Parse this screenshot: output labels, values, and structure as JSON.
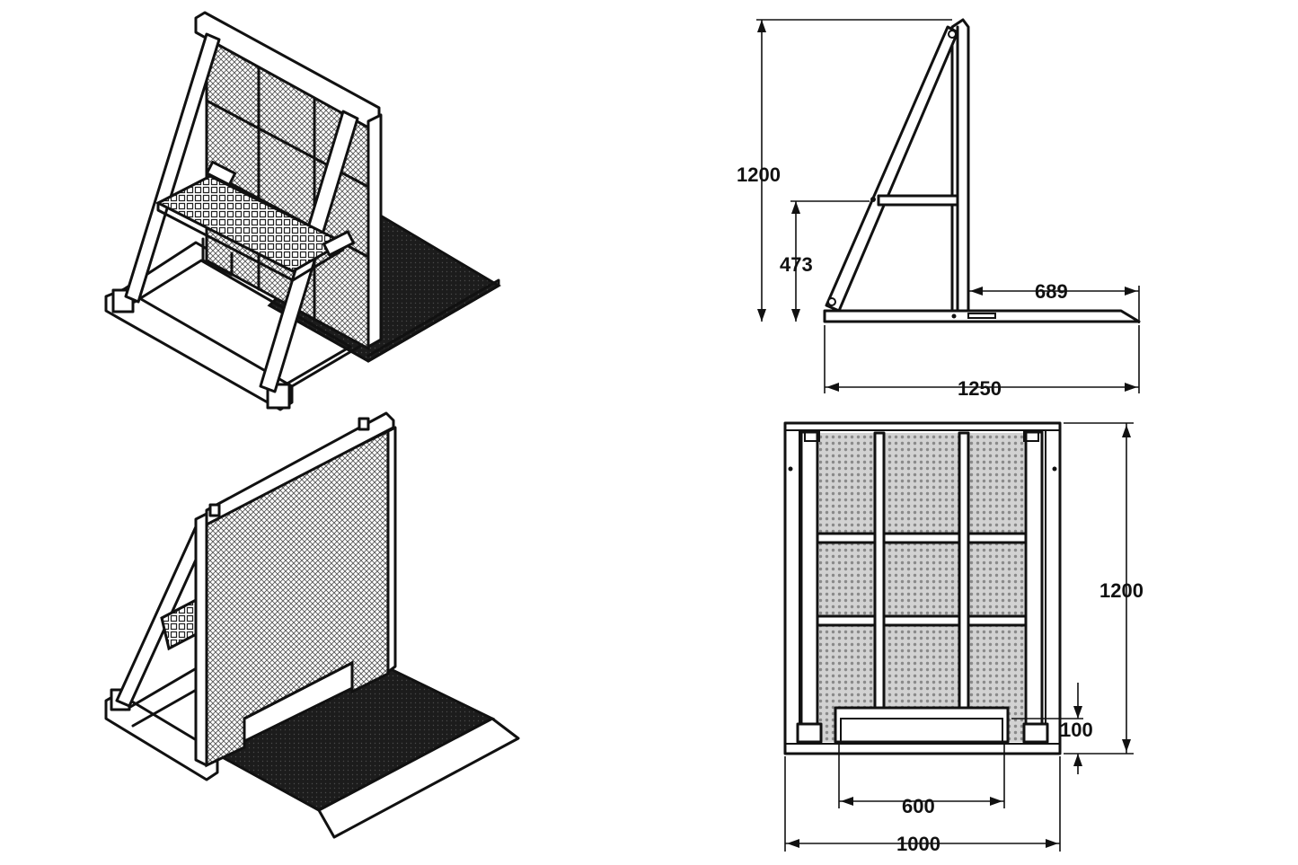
{
  "dimensions": {
    "side_height": "1200",
    "step_height": "473",
    "base_front": "689",
    "base_length": "1250",
    "front_height": "1200",
    "gap_height": "100",
    "gap_width": "600",
    "total_width": "1000"
  },
  "colors": {
    "line": "#111111",
    "mesh": "#8a8a8a",
    "plate": "#1c1c1c",
    "background": "#ffffff"
  }
}
